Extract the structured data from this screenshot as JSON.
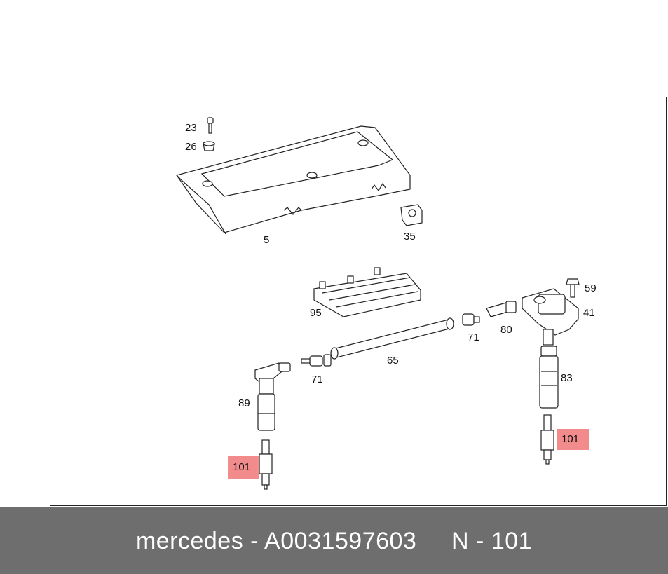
{
  "diagram": {
    "labels": {
      "p23": "23",
      "p26": "26",
      "p5": "5",
      "p35": "35",
      "p59": "59",
      "p95": "95",
      "p41": "41",
      "p71a": "71",
      "p80": "80",
      "p65": "65",
      "p71b": "71",
      "p83": "83",
      "p89": "89"
    },
    "highlighted": {
      "left": "101",
      "right": "101"
    },
    "highlight_color": "#f28b8b"
  },
  "footer": {
    "caption": "mercedes - A0031597603     N - 101"
  }
}
